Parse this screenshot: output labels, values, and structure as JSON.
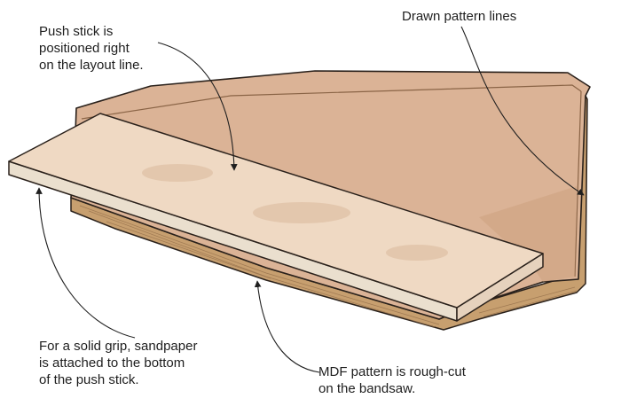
{
  "colors": {
    "pattern_fill": "#dbb396",
    "pattern_edge": "#c69b73",
    "mdf_edge_fill": "#c79f6f",
    "stick_top": "#efd9c3",
    "stick_side": "#eadfce",
    "outline": "#2a211b",
    "leader": "#1e1e1e"
  },
  "labels": {
    "push_stick": {
      "lines": [
        "Push stick is",
        "positioned right",
        "on the layout line."
      ]
    },
    "drawn_lines": {
      "lines": [
        "Drawn pattern lines"
      ]
    },
    "solid_grip": {
      "lines": [
        "For a solid grip, sandpaper",
        "is attached to the bottom",
        "of the push stick."
      ]
    },
    "mdf_pattern": {
      "lines": [
        "MDF pattern is rough-cut",
        "on the bandsaw."
      ]
    }
  }
}
